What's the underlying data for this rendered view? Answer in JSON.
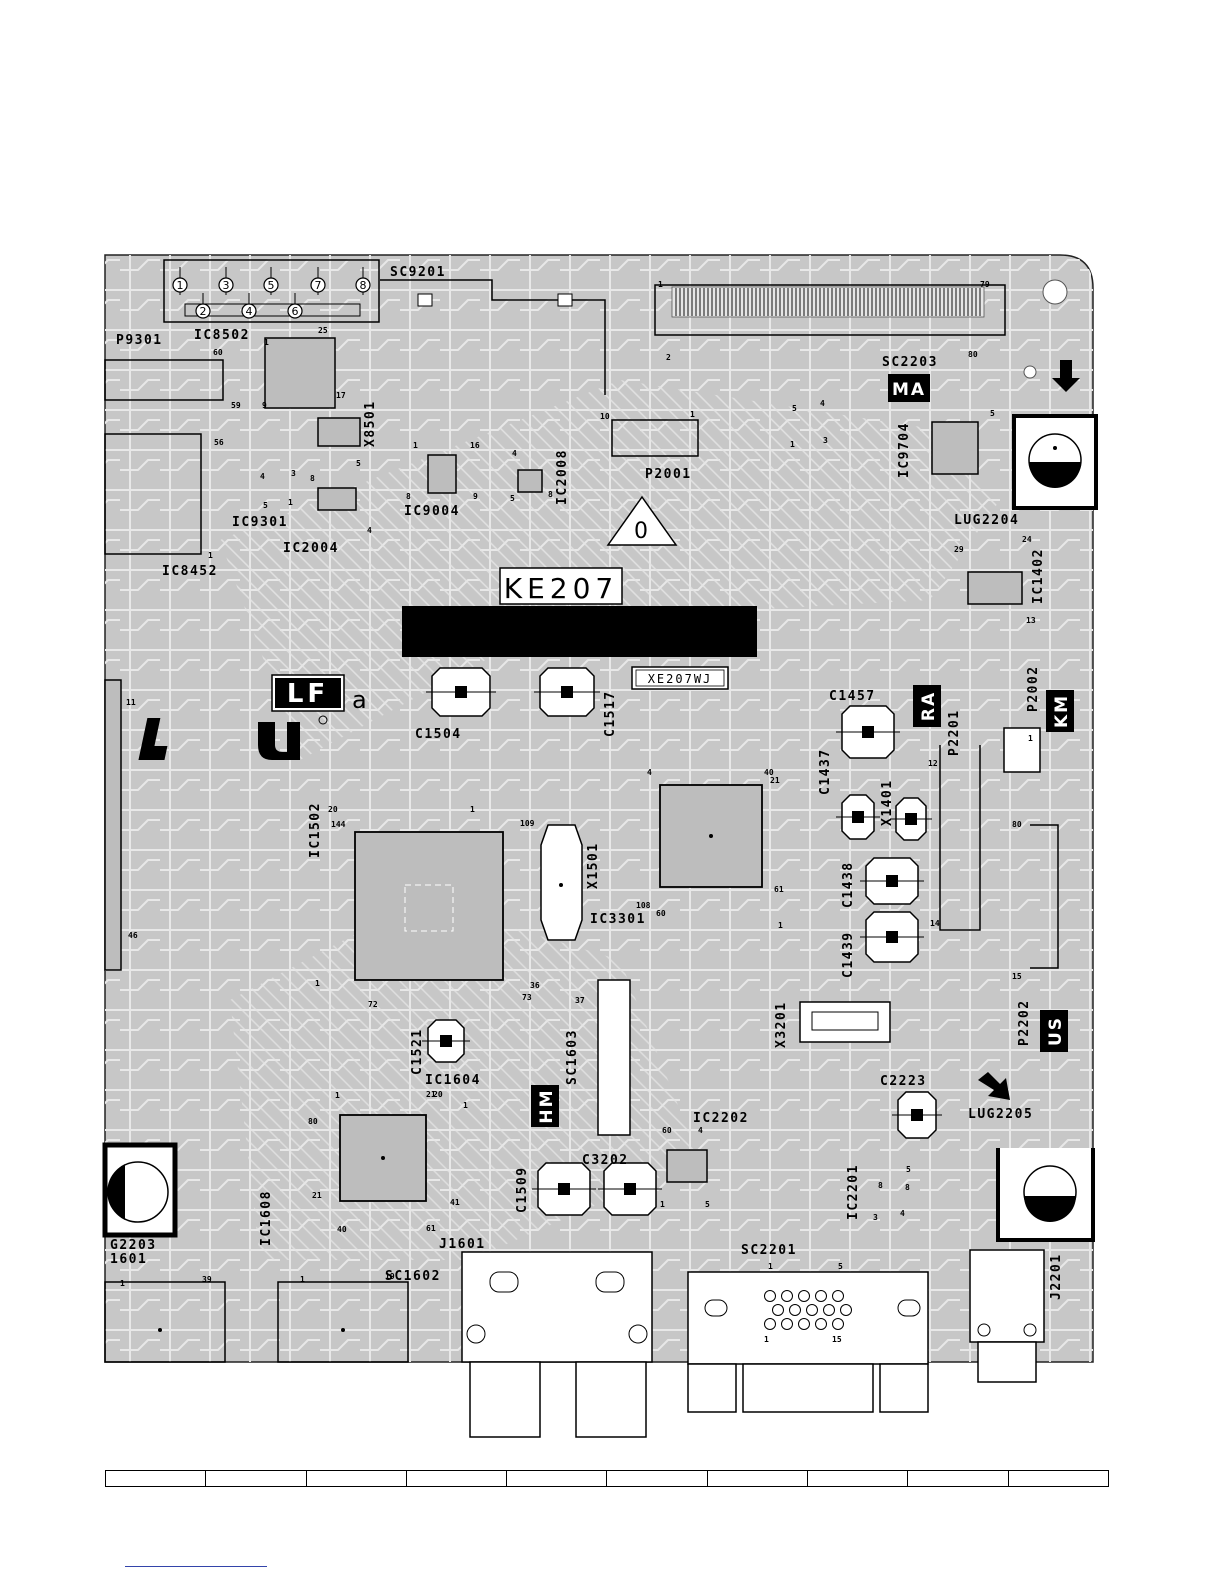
{
  "board": {
    "part_code": "KE207",
    "part_number": "XE207WJ",
    "warning_symbol": "0",
    "background_color": "#c7c7c7",
    "logos": {
      "lf_mark": "LF",
      "lf_suffix": "a",
      "ul_icon": "ul-recognized-icon"
    },
    "tags": [
      {
        "id": "ma",
        "text": "MA"
      },
      {
        "id": "ra",
        "text": "RA"
      },
      {
        "id": "km",
        "text": "KM"
      },
      {
        "id": "hm",
        "text": "HM"
      },
      {
        "id": "us",
        "text": "US"
      }
    ],
    "connector_pins": [
      "1",
      "2",
      "3",
      "4",
      "5",
      "6",
      "7",
      "8"
    ],
    "labels": [
      "SC9201",
      "P9301",
      "IC8502",
      "X8501",
      "IC9004",
      "IC2008",
      "P2001",
      "SC2203",
      "IC9704",
      "LUG2204",
      "IC1402",
      "IC9301",
      "IC2004",
      "IC8452",
      "C1504",
      "C1517",
      "C1457",
      "P2201",
      "P2002",
      "C1437",
      "X1401",
      "IC1502",
      "X1501",
      "IC3301",
      "C1438",
      "C1439",
      "X3201",
      "P2202",
      "C1521",
      "IC1604",
      "SC1603",
      "C2223",
      "LUG2205",
      "IC2202",
      "C3202",
      "C1509",
      "IC1608",
      "IC2201",
      "G2203",
      "1601",
      "J1601",
      "SC1602",
      "SC2201",
      "J2201"
    ],
    "pin_numbers": [
      "1",
      "79",
      "2",
      "80",
      "25",
      "60",
      "1",
      "59",
      "9",
      "17",
      "56",
      "5",
      "4",
      "3",
      "8",
      "5",
      "1",
      "4",
      "1",
      "16",
      "8",
      "9",
      "4",
      "5",
      "8",
      "10",
      "1",
      "5",
      "4",
      "1",
      "3",
      "5",
      "1",
      "29",
      "24",
      "13",
      "12",
      "1",
      "4",
      "40",
      "21",
      "20",
      "144",
      "1",
      "109",
      "108",
      "60",
      "61",
      "1",
      "80",
      "14",
      "15",
      "1",
      "36",
      "73",
      "72",
      "37",
      "21",
      "1",
      "20",
      "1",
      "80",
      "21",
      "40",
      "41",
      "61",
      "60",
      "4",
      "1",
      "5",
      "8",
      "8",
      "5",
      "4",
      "3",
      "1",
      "39",
      "1",
      "19",
      "1",
      "5",
      "1",
      "15",
      "11",
      "46",
      "24"
    ]
  },
  "grid": {
    "columns": 10
  }
}
